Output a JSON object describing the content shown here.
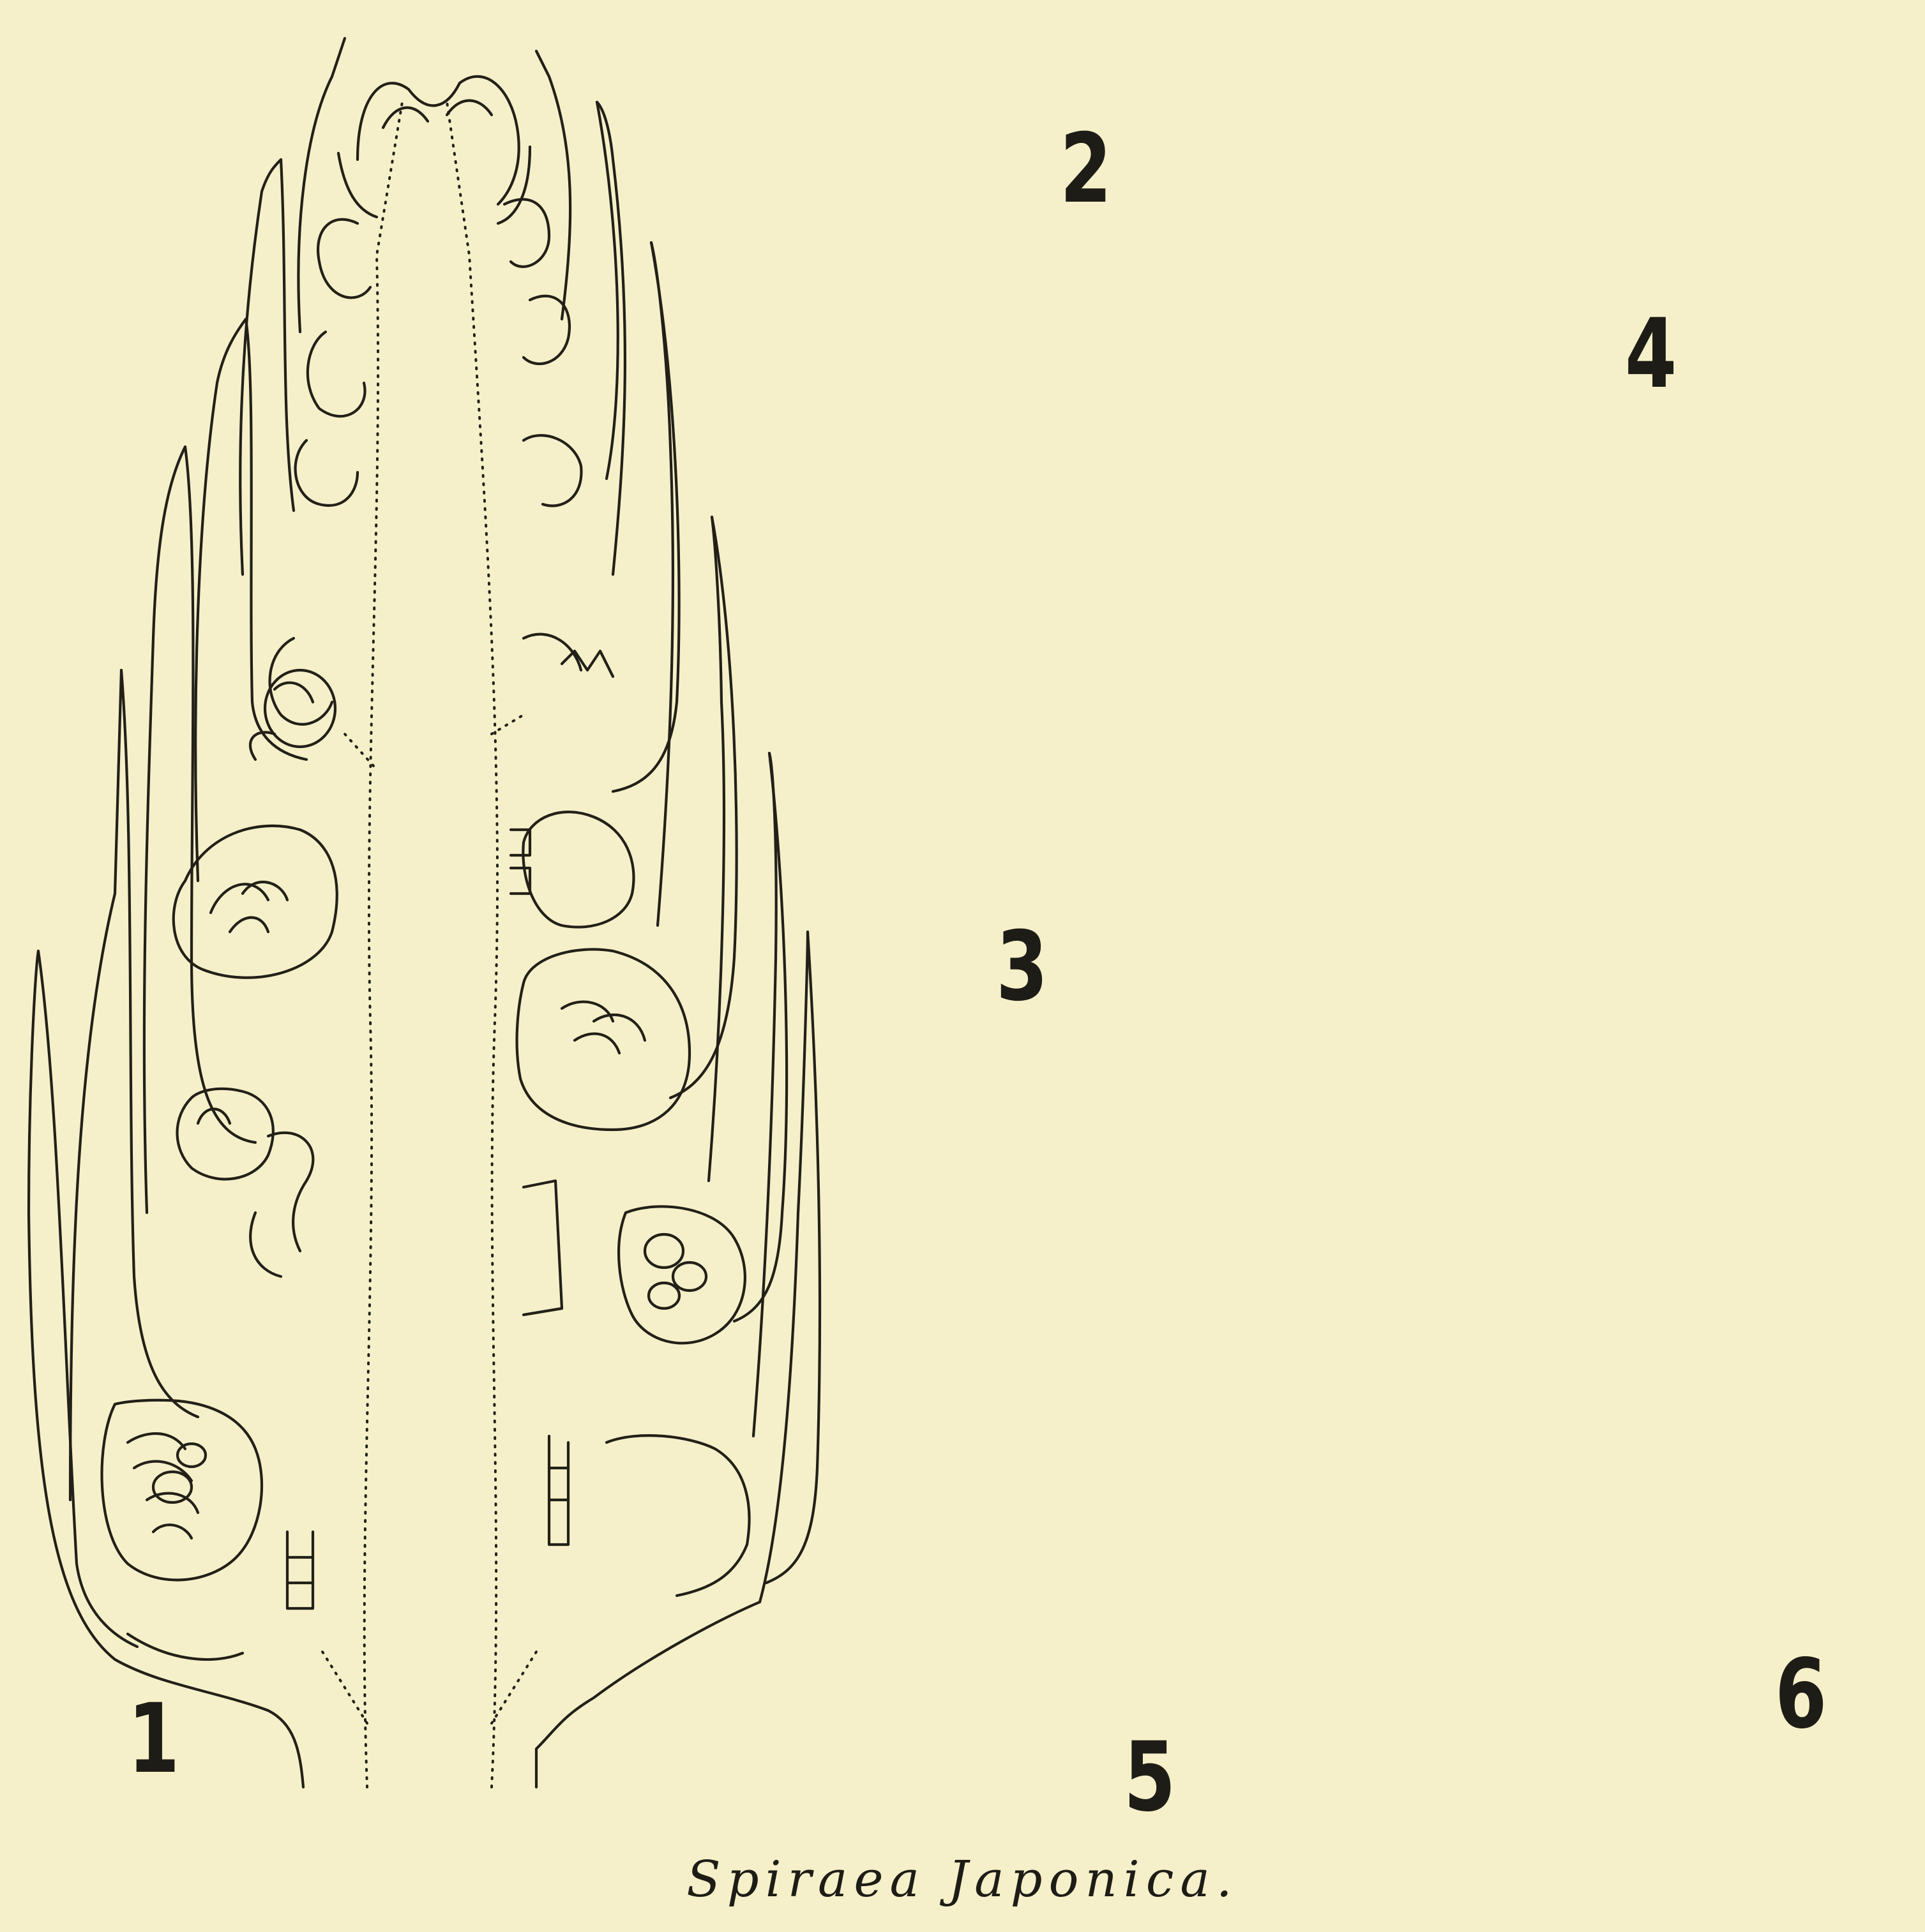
{
  "plate": {
    "background": "#f5f0c9",
    "ink": "#222018",
    "caption": "Spiraea Japonica.",
    "figures": [
      {
        "label": "1"
      },
      {
        "label": "2"
      },
      {
        "label": "3"
      },
      {
        "label": "4"
      },
      {
        "label": "5"
      },
      {
        "label": "6"
      }
    ]
  }
}
